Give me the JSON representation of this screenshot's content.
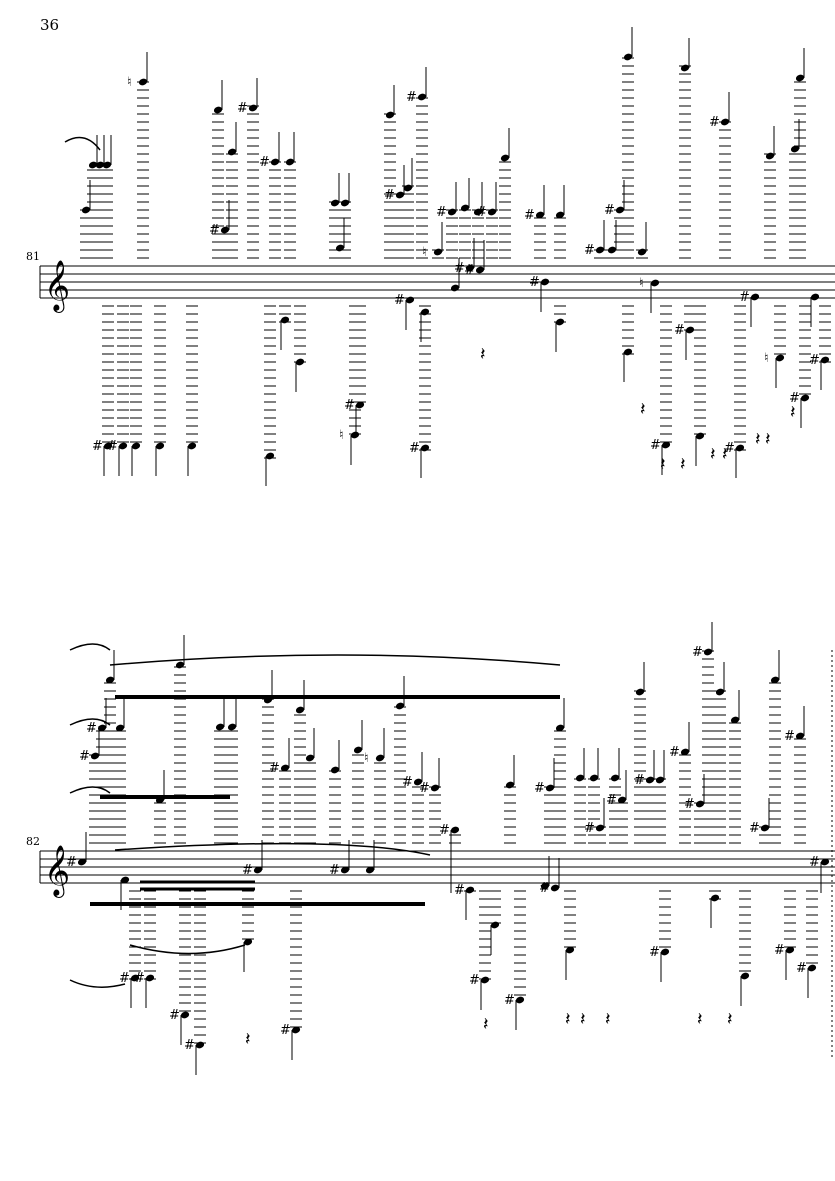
{
  "page": {
    "number": "36"
  },
  "systems": [
    {
      "measure_number": "81",
      "clef": "treble",
      "accidentals": [
        "#",
        "#",
        "♮",
        "#",
        "#",
        "#",
        "♮",
        "#",
        "#",
        "#",
        "#",
        "♮",
        "#",
        "#",
        "#",
        "#",
        "#",
        "#",
        "#",
        "#",
        "#",
        "♮",
        "#",
        "#",
        "#"
      ]
    },
    {
      "measure_number": "82",
      "clef": "treble",
      "accidentals": [
        "#",
        "#",
        "#",
        "#",
        "#",
        "#",
        "#",
        "#",
        "#",
        "#",
        "#",
        "♮",
        "#",
        "#",
        "#",
        "#",
        "#",
        "#",
        "#",
        "#",
        "#",
        "#",
        "#"
      ]
    }
  ],
  "colors": {
    "ink": "#000000",
    "paper": "#ffffff"
  }
}
